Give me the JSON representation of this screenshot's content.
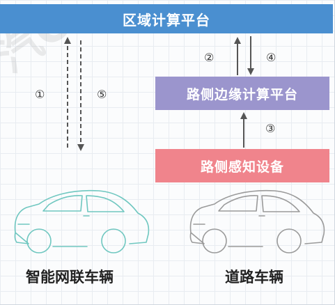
{
  "blocks": {
    "region_platform": "区域计算平台",
    "edge_platform": "路侧边缘计算平台",
    "sensor_device": "路侧感知设备"
  },
  "vehicles": {
    "connected": "智能网联车辆",
    "road": "道路车辆"
  },
  "steps": [
    "①",
    "②",
    "③",
    "④",
    "⑤"
  ],
  "watermark": "汽C",
  "colors": {
    "region_platform": "#4a8fd0",
    "edge_platform": "#9b95cd",
    "sensor_device": "#f0848c",
    "connected_car": "#6fc7c0",
    "road_car": "#9a9a9a",
    "arrow": "#555555"
  }
}
